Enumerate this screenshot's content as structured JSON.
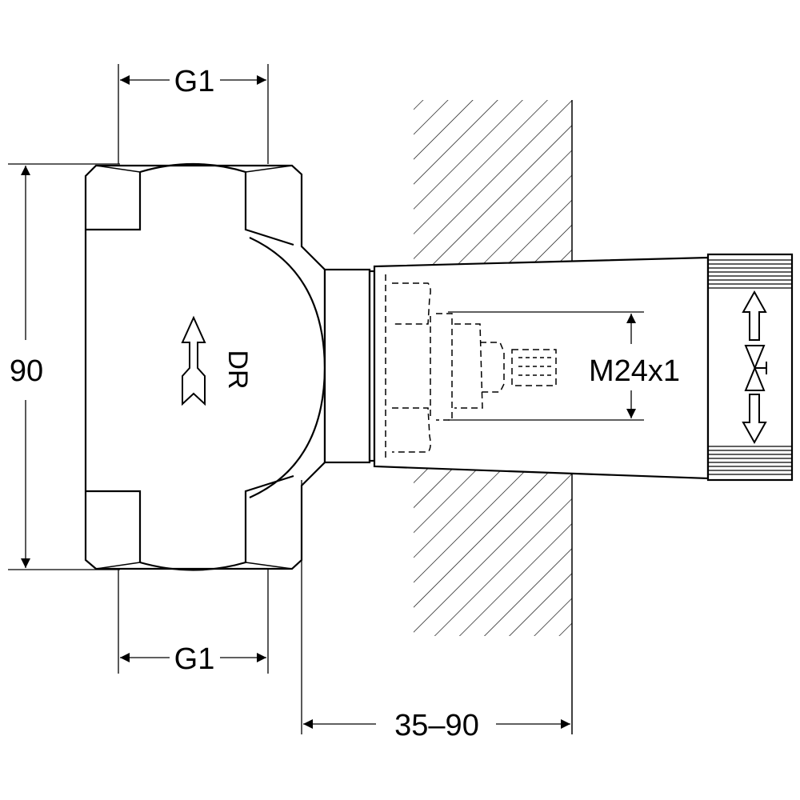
{
  "dimensions": {
    "top_thread": "G1",
    "bottom_thread": "G1",
    "height": "90",
    "install_depth": "35–90",
    "spindle_thread": "M24x1"
  },
  "body_marking": "DR",
  "colors": {
    "line": "#000000",
    "background": "#ffffff"
  }
}
